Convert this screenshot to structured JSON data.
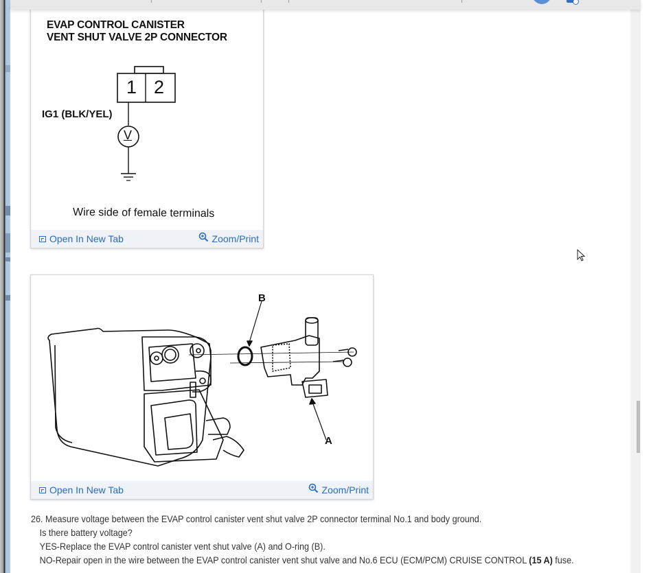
{
  "top_bar": {
    "avatar_color": "#5b8fd6",
    "icon": "notification-badge-icon"
  },
  "figure1": {
    "title_line1": "EVAP CONTROL CANISTER",
    "title_line2": "VENT SHUT VALVE 2P CONNECTOR",
    "terminal_1": "1",
    "terminal_2": "2",
    "wire_label": "IG1 (BLK/YEL)",
    "meter_symbol": "V",
    "caption": "Wire side of female terminals",
    "open_new_tab_label": "Open In New Tab",
    "zoom_print_label": "Zoom/Print"
  },
  "figure2": {
    "label_a": "A",
    "label_b": "B",
    "open_new_tab_label": "Open In New Tab",
    "zoom_print_label": "Zoom/Print"
  },
  "step": {
    "number": "26.",
    "instruction": "Measure voltage between the EVAP control canister vent shut valve 2P connector terminal No.1 and body ground.",
    "question": "Is there battery voltage?",
    "yes_text": "YES-Replace the EVAP control canister vent shut valve (A) and O-ring (B).",
    "no_text_prefix": "NO-Repair open in the wire between the EVAP control canister vent shut valve and No.6 ECU (ECM/PCM) CRUISE CONTROL ",
    "no_text_bold": "(15 A)",
    "no_text_suffix": " fuse."
  },
  "colors": {
    "link": "#2a6cb8",
    "footer_bg": "#eff2f6",
    "text": "#333333"
  }
}
